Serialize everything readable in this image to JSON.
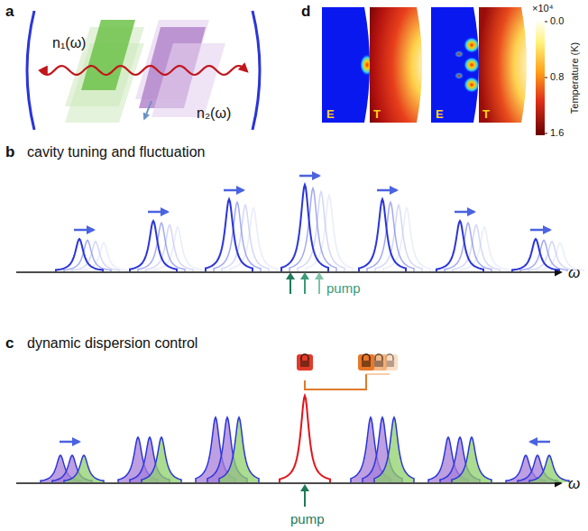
{
  "diagram": {
    "labels": [
      "a",
      "n₁(ω)",
      "n₂(ω)",
      "d",
      "E",
      "T",
      "E",
      "T",
      "×10⁴",
      "0.0",
      "0.8",
      "1.6",
      "Temperature (K)",
      "b",
      "cavity tuning and fluctuation",
      "ω",
      "pump",
      "c",
      "dynamic dispersion control",
      "ω",
      "pump"
    ]
  }
}
